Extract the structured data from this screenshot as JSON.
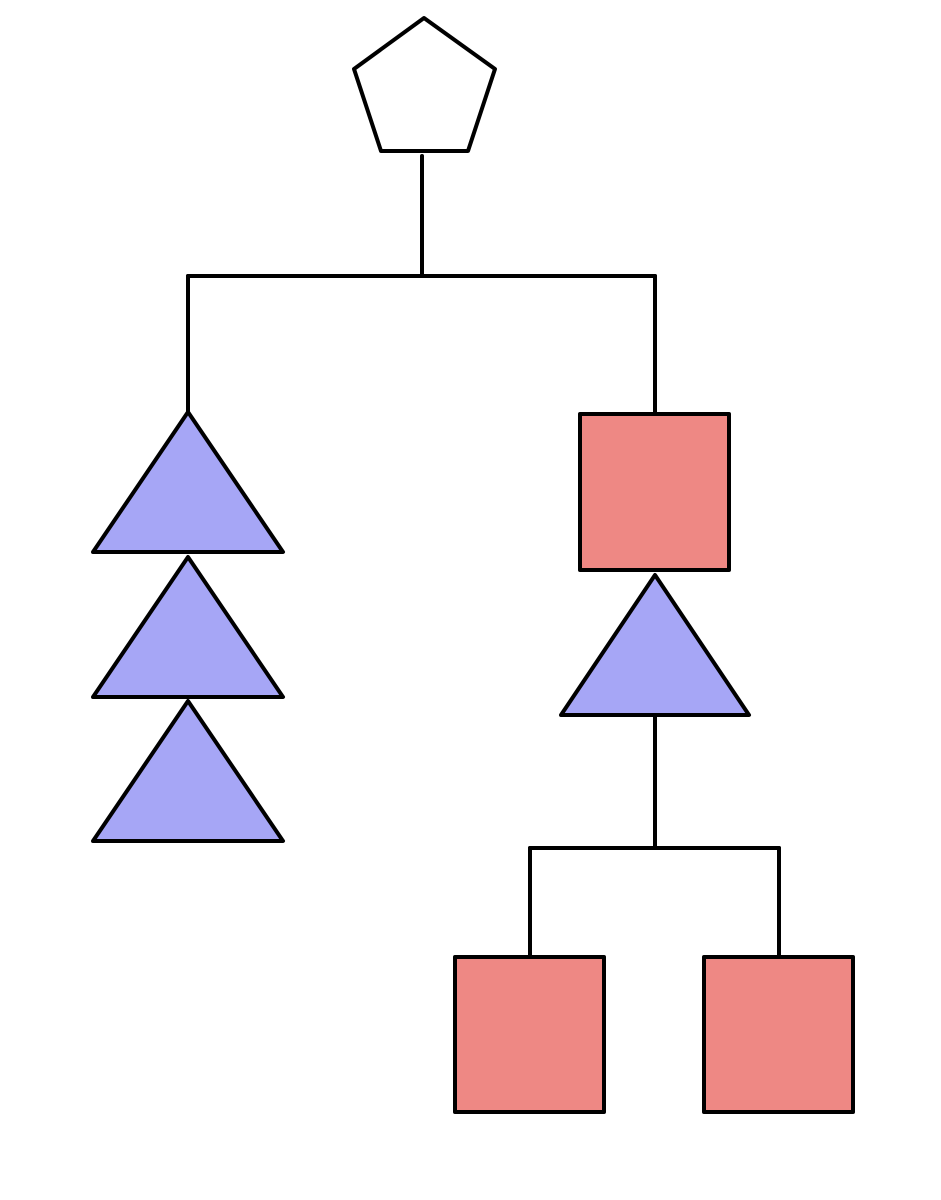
{
  "colors": {
    "stroke": "#000000",
    "pentagon_fill": "#ffffff",
    "triangle_fill": "#a6a6f6",
    "square_fill": "#ee8884"
  },
  "nodes": [
    {
      "id": "root",
      "shape": "pentagon"
    },
    {
      "id": "left-tri-1",
      "shape": "triangle"
    },
    {
      "id": "left-tri-2",
      "shape": "triangle"
    },
    {
      "id": "left-tri-3",
      "shape": "triangle"
    },
    {
      "id": "right-square",
      "shape": "square"
    },
    {
      "id": "right-tri",
      "shape": "triangle"
    },
    {
      "id": "bottom-left-square",
      "shape": "square"
    },
    {
      "id": "bottom-right-square",
      "shape": "square"
    }
  ],
  "edges": [
    {
      "from": "root",
      "to": "left-tri-1"
    },
    {
      "from": "root",
      "to": "right-square"
    },
    {
      "from": "right-tri",
      "to": "bottom-left-square"
    },
    {
      "from": "right-tri",
      "to": "bottom-right-square"
    }
  ]
}
